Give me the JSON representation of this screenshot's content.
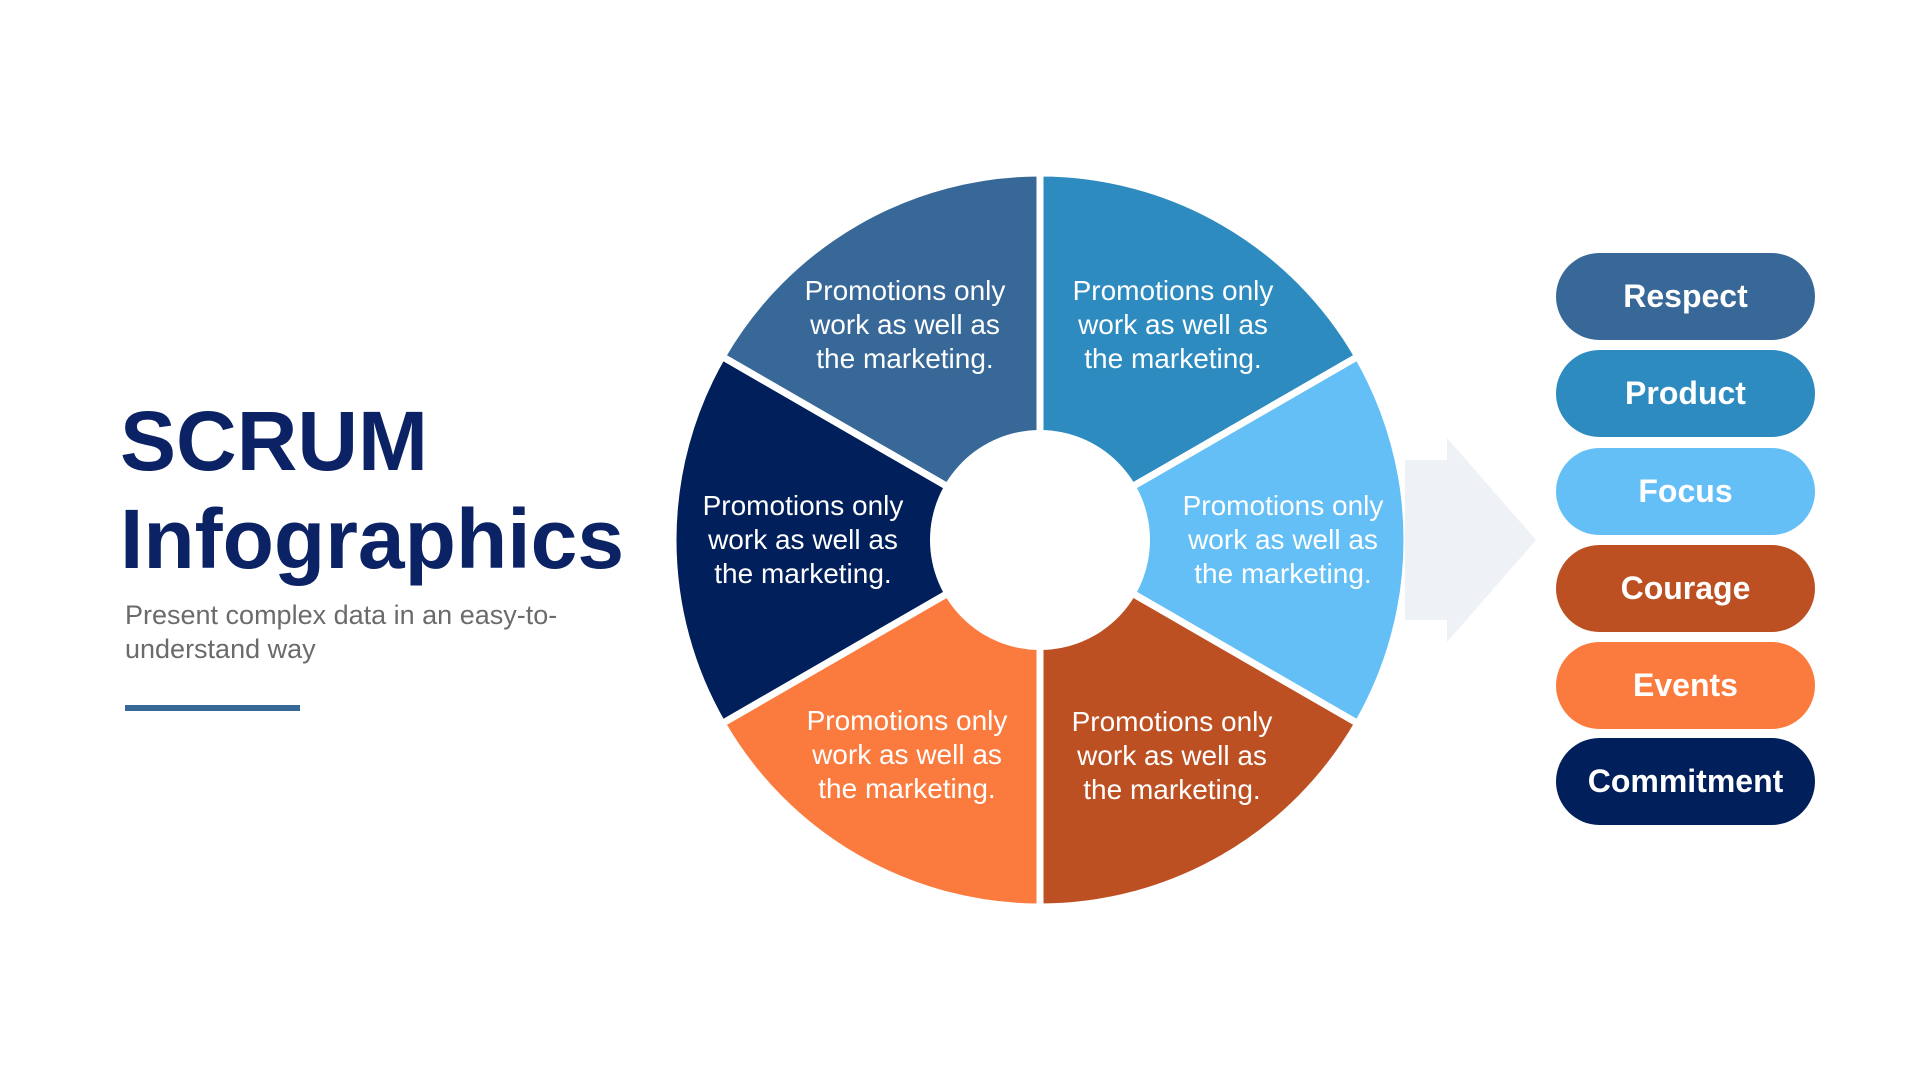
{
  "header": {
    "title_line1": "SCRUM",
    "title_line2": "Infographics",
    "subtitle": "Present complex data in an easy-to-understand way"
  },
  "colors": {
    "title": "#0b2265",
    "divider": "#386897",
    "arrow": "#eef1f5"
  },
  "wheel": {
    "segments": [
      {
        "position": "top-right",
        "color": "#2e8bc0",
        "lines": [
          "Promotions only",
          "work as well as",
          "the marketing."
        ]
      },
      {
        "position": "right",
        "color": "#63bff5",
        "lines": [
          "Promotions only",
          "work as well as",
          "the marketing."
        ]
      },
      {
        "position": "bottom-right",
        "color": "#bc5022",
        "lines": [
          "Promotions only",
          "work as well as",
          "the marketing."
        ]
      },
      {
        "position": "bottom-left",
        "color": "#fb7b3e",
        "lines": [
          "Promotions only",
          "work as well as",
          "the marketing."
        ]
      },
      {
        "position": "left",
        "color": "#011f5b",
        "lines": [
          "Promotions only",
          "work as well as",
          "the marketing."
        ]
      },
      {
        "position": "top-left",
        "color": "#386897",
        "lines": [
          "Promotions only",
          "work as well as",
          "the marketing."
        ]
      }
    ]
  },
  "values": [
    {
      "label": "Respect",
      "color": "#386897"
    },
    {
      "label": "Product",
      "color": "#2e8bc0"
    },
    {
      "label": "Focus",
      "color": "#63bff5"
    },
    {
      "label": "Courage",
      "color": "#bc5022"
    },
    {
      "label": "Events",
      "color": "#fb7b3e"
    },
    {
      "label": "Commitment",
      "color": "#011f5b"
    }
  ]
}
